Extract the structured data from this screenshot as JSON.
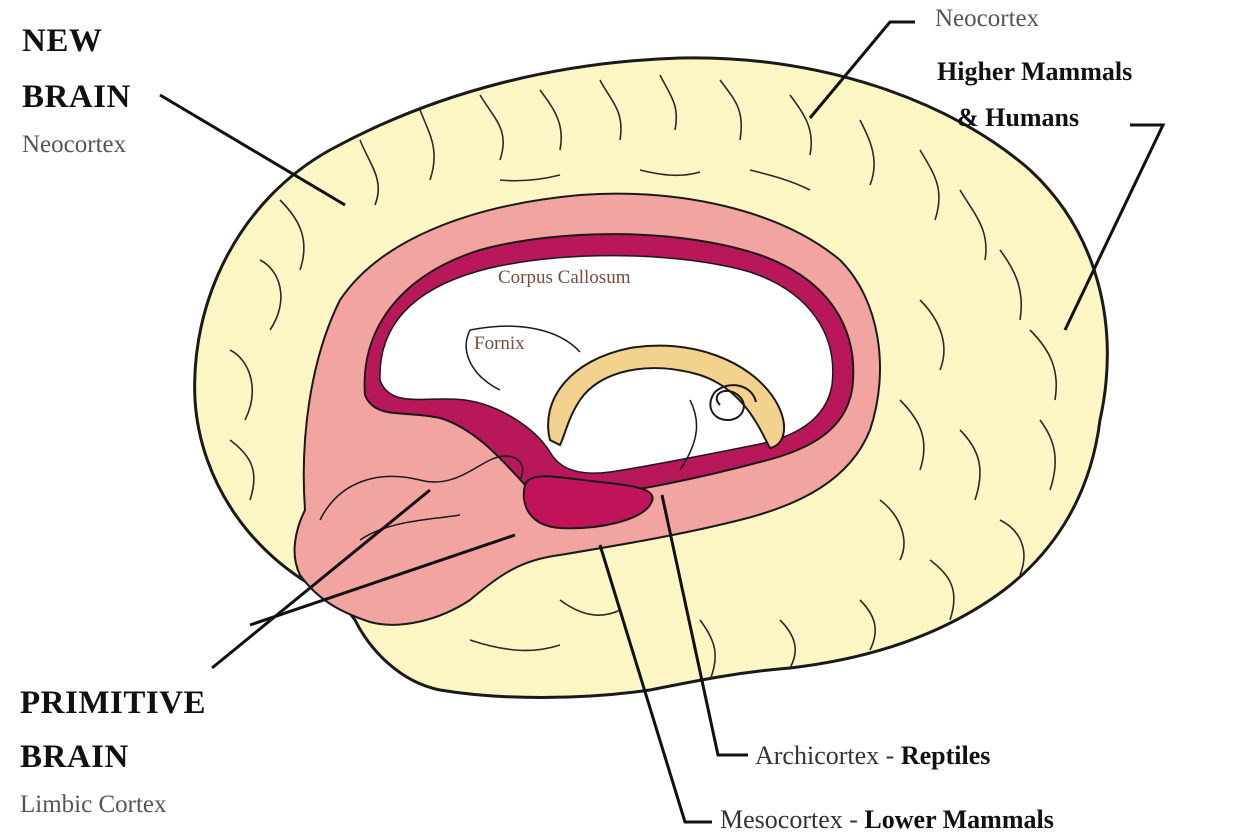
{
  "labels": {
    "new_brain_title_1": "NEW",
    "new_brain_title_2": "BRAIN",
    "new_brain_sub": "Neocortex",
    "neocortex_label": "Neocortex",
    "higher_mammals_1": "Higher Mammals",
    "higher_mammals_2": "& Humans",
    "corpus_callosum": "Corpus Callosum",
    "fornix": "Fornix",
    "primitive_title_1": "PRIMITIVE",
    "primitive_title_2": "BRAIN",
    "primitive_sub": "Limbic Cortex",
    "archicortex_prefix": "Archicortex - ",
    "archicortex_bold": "Reptiles",
    "mesocortex_prefix": "Mesocortex - ",
    "mesocortex_bold": "Lower Mammals"
  },
  "colors": {
    "neocortex_fill": "#fbf6c3",
    "limbic_fill": "#f2a4a0",
    "inner_band": "#b8185a",
    "fornix_fill": "#f3d28e",
    "outline": "#1a1a1a"
  }
}
